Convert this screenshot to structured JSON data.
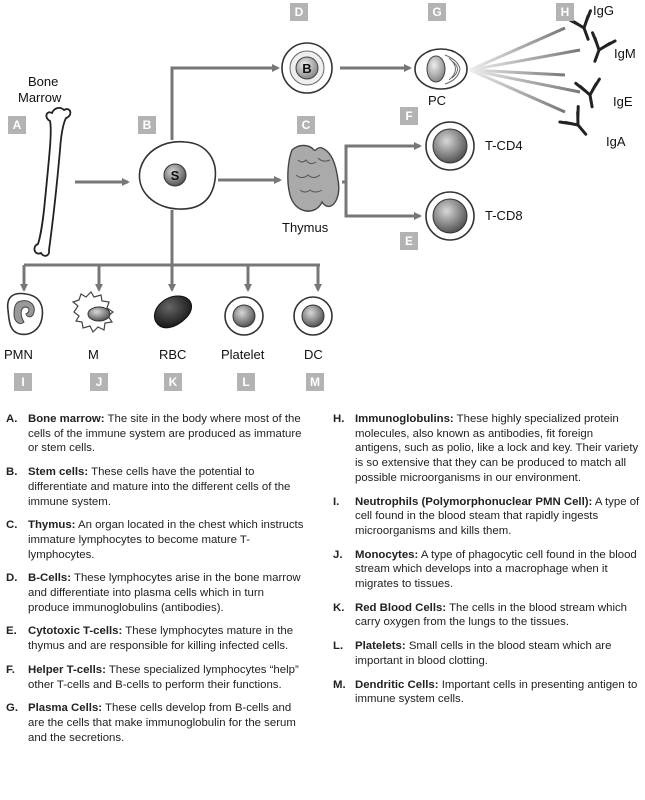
{
  "labels": {
    "bone_marrow_1": "Bone",
    "bone_marrow_2": "Marrow",
    "thymus": "Thymus",
    "pc": "PC",
    "t_cd4": "T-CD4",
    "t_cd8": "T-CD8",
    "igg": "IgG",
    "igm": "IgM",
    "ige": "IgE",
    "iga": "IgA",
    "pmn": "PMN",
    "m": "M",
    "rbc": "RBC",
    "platelet": "Platelet",
    "dc": "DC",
    "stem_cell": "S",
    "b_cell": "B"
  },
  "boxes": {
    "A": "A",
    "B": "B",
    "C": "C",
    "D": "D",
    "E": "E",
    "F": "F",
    "G": "G",
    "H": "H",
    "I": "I",
    "J": "J",
    "K": "K",
    "L": "L",
    "M": "M"
  },
  "definitions_left": [
    {
      "letter": "A.",
      "term": "Bone marrow:",
      "text": " The site in the body where most of the cells of the immune system are produced as immature or stem cells."
    },
    {
      "letter": "B.",
      "term": "Stem cells:",
      "text": " These cells have the potential to differentiate and mature into the different cells of the immune system."
    },
    {
      "letter": "C.",
      "term": "Thymus:",
      "text": " An organ located in the chest which instructs immature lymphocytes to become mature T-lymphocytes."
    },
    {
      "letter": "D.",
      "term": "B-Cells:",
      "text": " These lymphocytes arise in the bone marrow and differentiate into plasma cells which in turn produce immunoglobulins (antibodies)."
    },
    {
      "letter": "E.",
      "term": "Cytotoxic T-cells:",
      "text": " These lymphocytes mature in the thymus and are responsible for killing infected cells."
    },
    {
      "letter": "F.",
      "term": "Helper T-cells:",
      "text": " These specialized lymphocytes “help” other T-cells and B-cells to perform their functions."
    },
    {
      "letter": "G.",
      "term": "Plasma Cells:",
      "text": " These cells develop from B-cells and are the cells that make immunoglobulin for the serum and the secretions."
    }
  ],
  "definitions_right": [
    {
      "letter": "H.",
      "term": "Immunoglobulins:",
      "text": " These highly specialized protein molecules, also known as antibodies, fit foreign antigens, such as polio, like a lock and key. Their variety is so extensive that they can be produced to match all possible microorganisms in our environment."
    },
    {
      "letter": "I.",
      "term": "Neutrophils (Polymorphonuclear PMN Cell):",
      "text": " A type of cell found in the blood steam that rapidly ingests microorganisms and kills them."
    },
    {
      "letter": "J.",
      "term": "Monocytes:",
      "text": " A type of phagocytic cell found in the blood stream which develops into a macrophage when it migrates to tissues."
    },
    {
      "letter": "K.",
      "term": "Red Blood Cells:",
      "text": " The cells in the blood stream which carry oxygen from the lungs to the tissues."
    },
    {
      "letter": "L.",
      "term": "Platelets:",
      "text": " Small cells in the blood steam which are important in blood clotting."
    },
    {
      "letter": "M.",
      "term": "Dendritic Cells:",
      "text": " Important cells in presenting antigen to immune system cells."
    }
  ]
}
